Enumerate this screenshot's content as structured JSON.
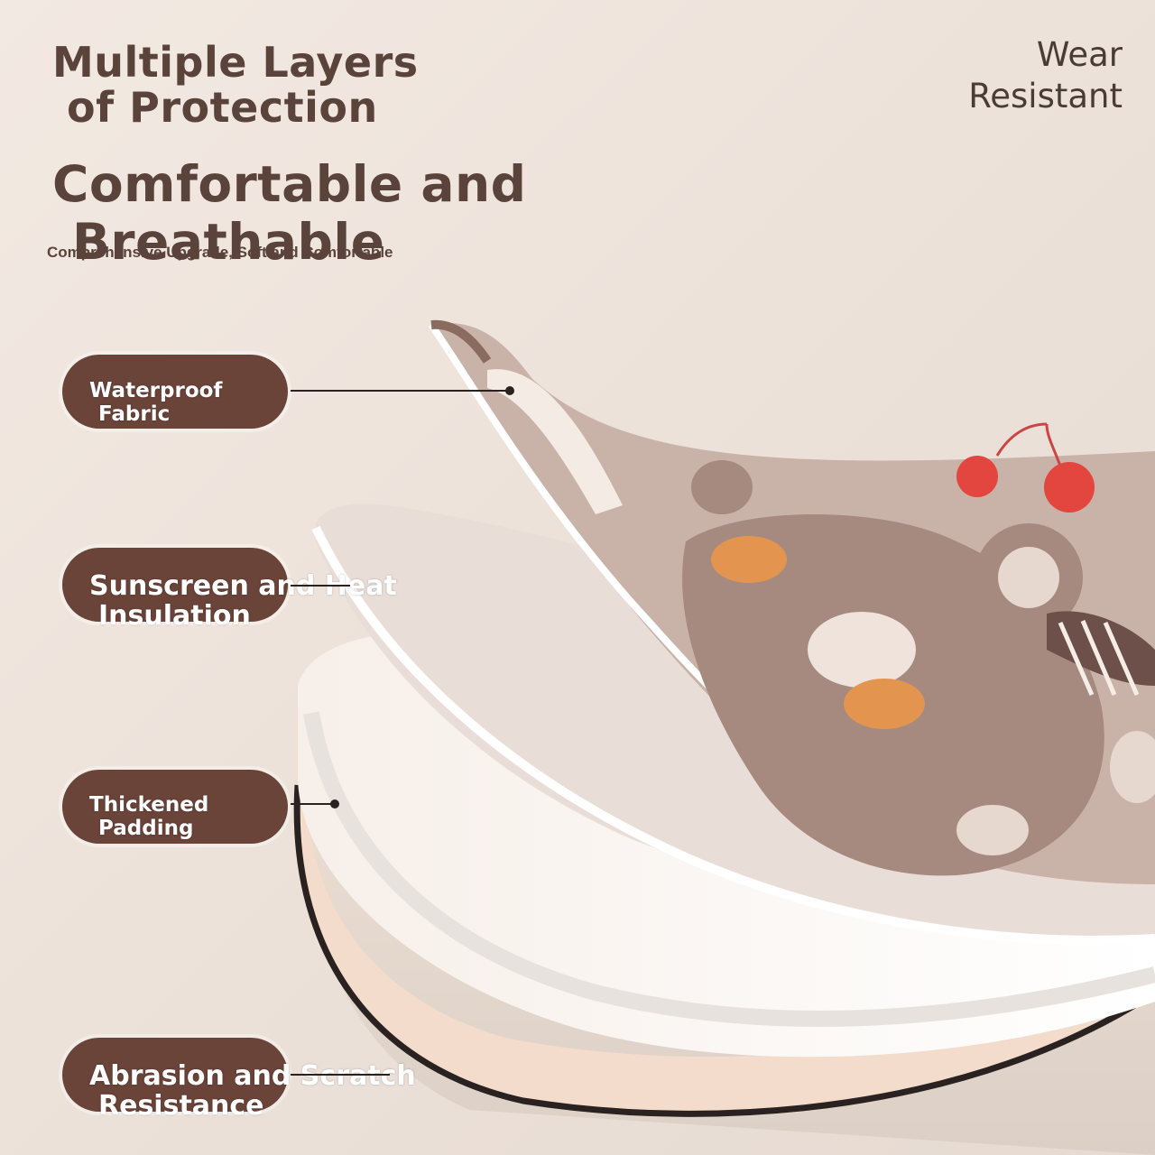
{
  "headline": {
    "line1": "Multiple Layers",
    "line2": "of Protection"
  },
  "headline2": {
    "line1": "Comfortable and",
    "line2": "Breathable"
  },
  "subtitle": "Comprehensive Upgrade, Soft and Comfortable",
  "corner_label": {
    "line1": "Wear",
    "line2": "Resistant"
  },
  "layers": [
    {
      "line1": "Waterproof",
      "line2": "Fabric"
    },
    {
      "line1": "Sunscreen and Heat",
      "line2": "Insulation"
    },
    {
      "line1": "Thickened",
      "line2": "Padding"
    },
    {
      "line1": "Abrasion and Scratch",
      "line2": "Resistance"
    }
  ],
  "colors": {
    "badge": "#6a4339",
    "headline": "#5a433b",
    "background": "#efe4dc"
  },
  "icons": [
    "bear-illustration",
    "cherry-illustration"
  ]
}
